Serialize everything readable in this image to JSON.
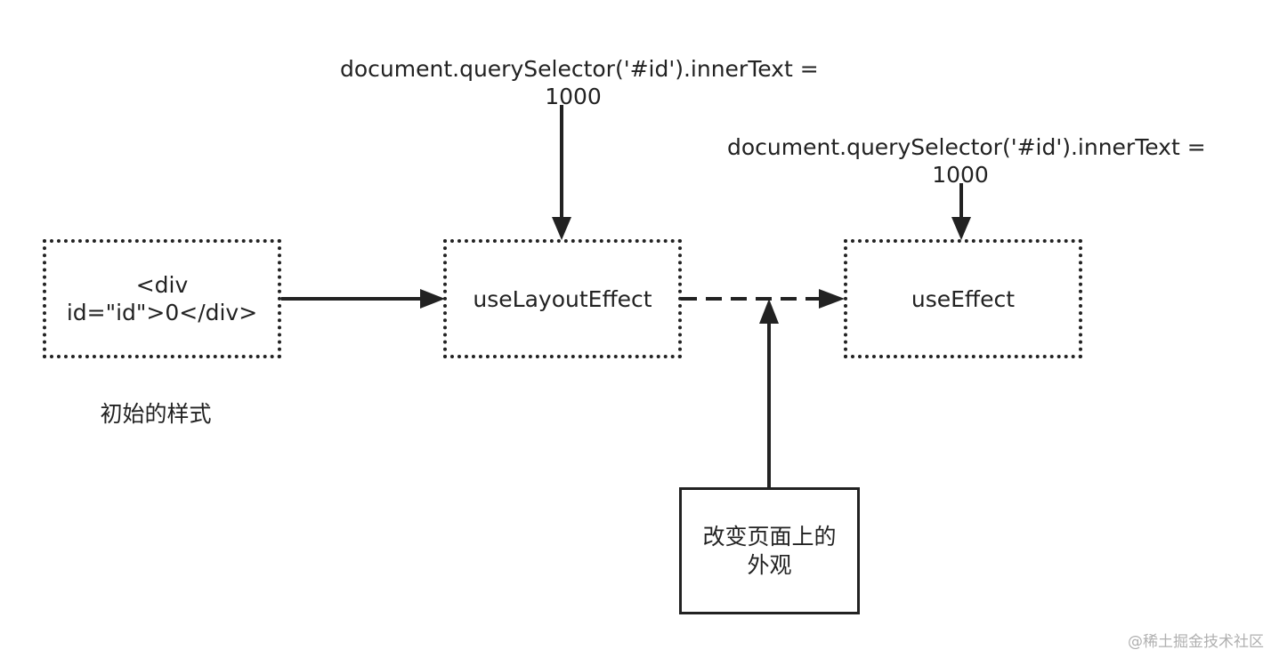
{
  "labels": {
    "top_code_1_line1": "document.querySelector('#id').innerText =",
    "top_code_1_line2": "1000",
    "top_code_2_line1": "document.querySelector('#id').innerText =",
    "top_code_2_line2": "1000",
    "initial_style": "初始的样式"
  },
  "boxes": {
    "div_line1": "<div",
    "div_line2": "id=\"id\">0</div>",
    "use_layout_effect": "useLayoutEffect",
    "use_effect": "useEffect",
    "change_line1": "改变页面上的",
    "change_line2": "外观"
  },
  "watermark": "@稀土掘金技术社区",
  "colors": {
    "stroke": "#222222",
    "watermark": "#b0b0b0"
  }
}
